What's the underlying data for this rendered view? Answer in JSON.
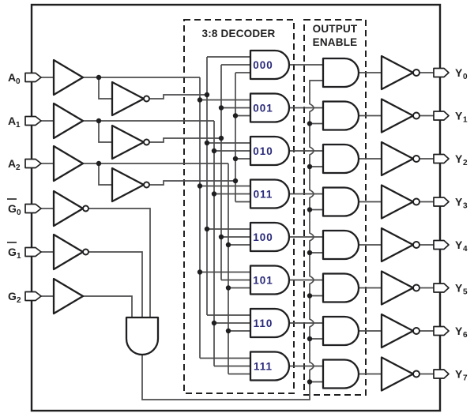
{
  "diagram": {
    "boxes": {
      "decoder_title": "3:8 DECODER",
      "oe_line1": "OUTPUT",
      "oe_line2": "ENABLE"
    },
    "inputs": [
      {
        "name": "A",
        "sub": "0",
        "overbar": false
      },
      {
        "name": "A",
        "sub": "1",
        "overbar": false
      },
      {
        "name": "A",
        "sub": "2",
        "overbar": false
      },
      {
        "name": "G",
        "sub": "0",
        "overbar": true
      },
      {
        "name": "G",
        "sub": "1",
        "overbar": true
      },
      {
        "name": "G",
        "sub": "2",
        "overbar": false
      }
    ],
    "decoder_gates": [
      "000",
      "001",
      "010",
      "011",
      "100",
      "101",
      "110",
      "111"
    ],
    "outputs": [
      {
        "name": "Y",
        "sub": "0"
      },
      {
        "name": "Y",
        "sub": "1"
      },
      {
        "name": "Y",
        "sub": "2"
      },
      {
        "name": "Y",
        "sub": "3"
      },
      {
        "name": "Y",
        "sub": "4"
      },
      {
        "name": "Y",
        "sub": "5"
      },
      {
        "name": "Y",
        "sub": "6"
      },
      {
        "name": "Y",
        "sub": "7"
      }
    ],
    "colors": {
      "background": "#ffffff",
      "wire": "#4b4b4d",
      "component_outline": "#1f1f21",
      "gate_label": "#29297a",
      "text": "#1f1f21"
    }
  }
}
